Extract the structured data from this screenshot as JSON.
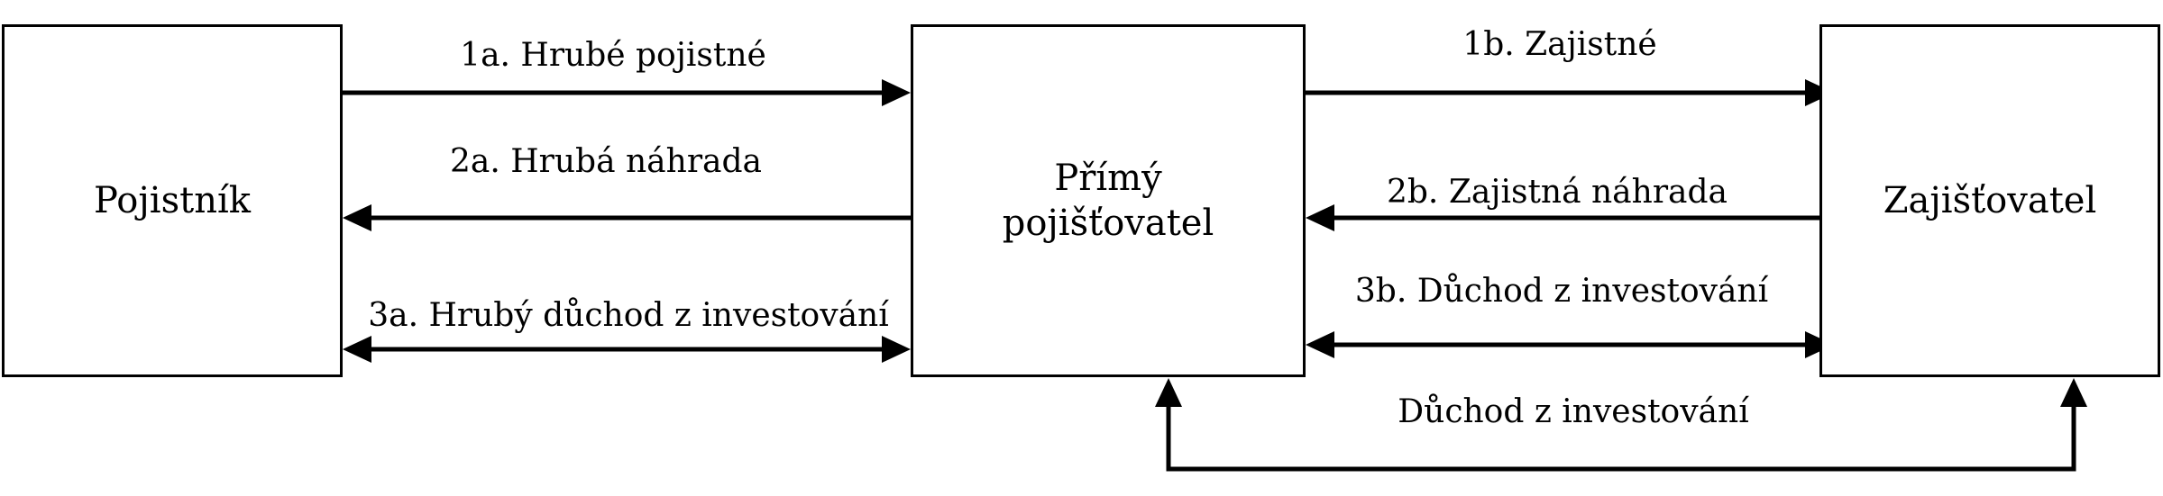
{
  "boxes": {
    "policyholder": "Pojistník",
    "insurer": "Přímý\npojišťovatel",
    "reinsurer": "Zajišťovatel"
  },
  "flows": {
    "f1a": "1a. Hrubé pojistné",
    "f2a": "2a. Hrubá náhrada",
    "f3a": "3a. Hrubý důchod z investování",
    "f1b": "1b. Zajistné",
    "f2b": "2b. Zajistná náhrada",
    "f3b": "3b. Důchod z investování",
    "bottom": "Důchod z investování"
  }
}
